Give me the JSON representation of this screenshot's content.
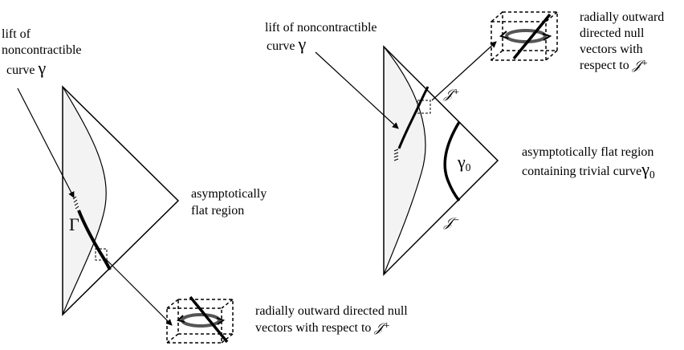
{
  "left_diagram": {
    "lift_label": [
      "lift of",
      "noncontractible",
      "curve"
    ],
    "gamma_symbol": "γ",
    "Gamma_symbol": "Γ",
    "region_label": [
      "asymptotically",
      "flat region"
    ],
    "vector_label": [
      "radially outward directed  null",
      "vectors with respect to"
    ],
    "scri_plus": "𝒥⁺"
  },
  "right_diagram": {
    "lift_label": [
      "lift of noncontractible",
      "curve"
    ],
    "gamma_symbol": "γ",
    "vector_label": [
      "radially outward",
      "directed  null",
      "vectors with",
      "respect to"
    ],
    "scri_plus_inline": "𝒥⁺",
    "scri_plus": "𝒥⁺",
    "scri_minus": "𝒥⁻",
    "gamma0_symbol": "γ",
    "gamma0_sub": "0",
    "region_label": [
      "asymptotically flat region",
      "containing trivial curve"
    ],
    "curve0_symbol": "γ",
    "curve0_sub": "0"
  },
  "colors": {
    "ink": "#000000",
    "shade": "#f3f3f3",
    "ring": "#555555"
  }
}
